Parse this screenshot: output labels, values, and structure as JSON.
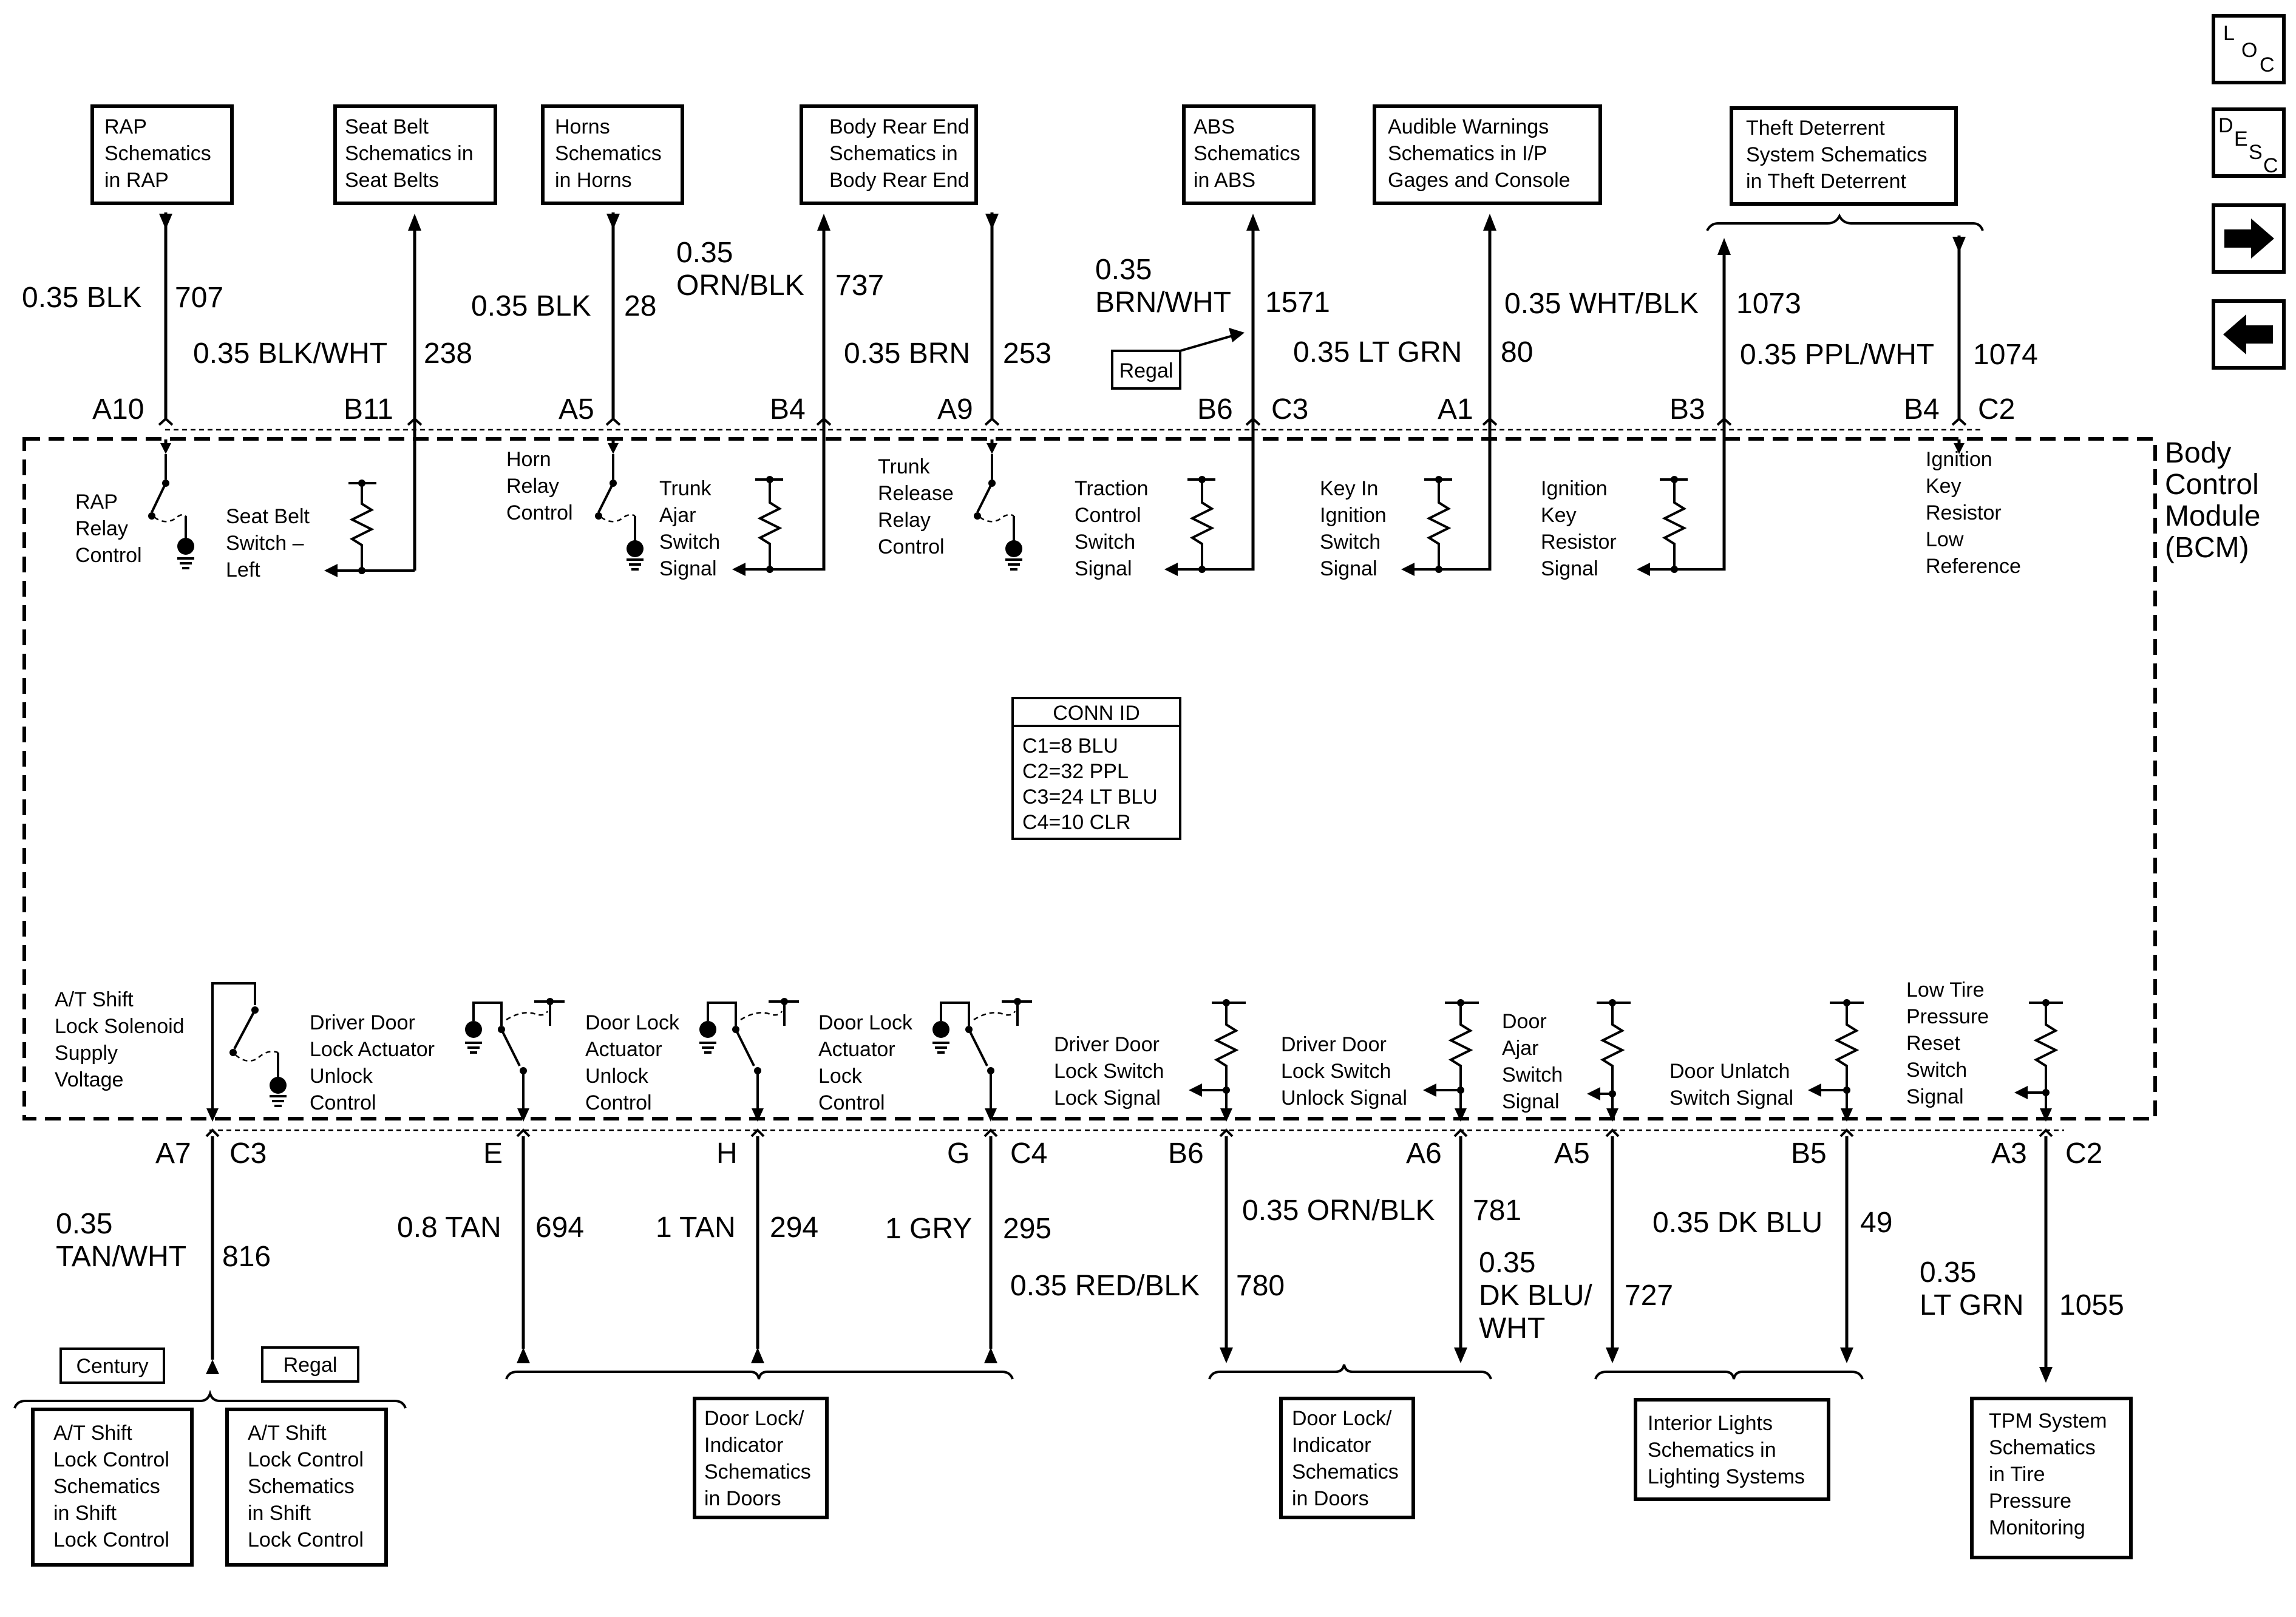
{
  "nav": {
    "loc_l": "L",
    "loc_o": "O",
    "loc_c": "C",
    "desc_d": "D",
    "desc_e": "E",
    "desc_s": "S",
    "desc_c": "C",
    "next_icon": "right-arrow-icon",
    "prev_icon": "left-arrow-icon"
  },
  "module": {
    "title": [
      "Body",
      "Control",
      "Module",
      "(BCM)"
    ]
  },
  "conn_id": {
    "title": "CONN ID",
    "rows": [
      "C1=8 BLU",
      "C2=32 PPL",
      "C3=24 LT BLU",
      "C4=10 CLR"
    ]
  },
  "top_boxes": {
    "rap": [
      "RAP",
      "Schematics",
      "in RAP"
    ],
    "seatbelt": [
      "Seat Belt",
      "Schematics in",
      "Seat Belts"
    ],
    "horns": [
      "Horns",
      "Schematics",
      "in Horns"
    ],
    "body_rear": [
      "Body Rear End",
      "Schematics in",
      "Body Rear End"
    ],
    "abs": [
      "ABS",
      "Schematics",
      "in ABS"
    ],
    "audible": [
      "Audible Warnings",
      "Schematics in I/P",
      "Gages and Console"
    ],
    "theft": [
      "Theft Deterrent",
      "System Schematics",
      "in Theft Deterrent"
    ]
  },
  "top_wires": {
    "w707": {
      "gauge": "0.35 BLK",
      "circuit": "707"
    },
    "w238": {
      "gauge": "0.35 BLK/WHT",
      "circuit": "238"
    },
    "w28": {
      "gauge": "0.35 BLK",
      "circuit": "28"
    },
    "w737": {
      "gauge1": "0.35",
      "gauge2": "ORN/BLK",
      "circuit": "737"
    },
    "w253": {
      "gauge": "0.35 BRN",
      "circuit": "253"
    },
    "w1571": {
      "gauge1": "0.35",
      "gauge2": "BRN/WHT",
      "circuit": "1571"
    },
    "w80": {
      "gauge": "0.35 LT GRN",
      "circuit": "80"
    },
    "w1073": {
      "gauge": "0.35 WHT/BLK",
      "circuit": "1073"
    },
    "w1074": {
      "gauge": "0.35 PPL/WHT",
      "circuit": "1074"
    },
    "regal": "Regal"
  },
  "top_pins": {
    "a10": "A10",
    "b11": "B11",
    "a5": "A5",
    "b4": "B4",
    "a9": "A9",
    "b6": "B6",
    "c3": "C3",
    "a1": "A1",
    "b3": "B3",
    "b4b": "B4",
    "c2": "C2"
  },
  "top_labels": {
    "rap_relay": [
      "RAP",
      "Relay",
      "Control"
    ],
    "seatbelt_sw": [
      "Seat Belt",
      "Switch –",
      "Left"
    ],
    "horn_relay": [
      "Horn",
      "Relay",
      "Control"
    ],
    "trunk_ajar": [
      "Trunk",
      "Ajar",
      "Switch",
      "Signal"
    ],
    "trunk_release": [
      "Trunk",
      "Release",
      "Relay",
      "Control"
    ],
    "traction": [
      "Traction",
      "Control",
      "Switch",
      "Signal"
    ],
    "key_in": [
      "Key In",
      "Ignition",
      "Switch",
      "Signal"
    ],
    "ign_key_res": [
      "Ignition",
      "Key",
      "Resistor",
      "Signal"
    ],
    "ign_key_low": [
      "Ignition",
      "Key",
      "Resistor",
      "Low",
      "Reference"
    ]
  },
  "bottom_labels": {
    "at_shift": [
      "A/T Shift",
      "Lock Solenoid",
      "Supply",
      "Voltage"
    ],
    "driver_unlock": [
      "Driver Door",
      "Lock Actuator",
      "Unlock",
      "Control"
    ],
    "door_unlock": [
      "Door Lock",
      "Actuator",
      "Unlock",
      "Control"
    ],
    "door_lock": [
      "Door Lock",
      "Actuator",
      "Lock",
      "Control"
    ],
    "driver_lock_sig": [
      "Driver Door",
      "Lock Switch",
      "Lock Signal"
    ],
    "driver_unlock_sig": [
      "Driver Door",
      "Lock Switch",
      "Unlock Signal"
    ],
    "door_ajar": [
      "Door",
      "Ajar",
      "Switch",
      "Signal"
    ],
    "door_unlatch": [
      "Door Unlatch",
      "Switch Signal"
    ],
    "low_tire": [
      "Low Tire",
      "Pressure",
      "Reset",
      "Switch",
      "Signal"
    ]
  },
  "bottom_pins": {
    "a7": "A7",
    "c3": "C3",
    "e": "E",
    "h": "H",
    "g": "G",
    "c4": "C4",
    "b6": "B6",
    "a6": "A6",
    "a5": "A5",
    "b5": "B5",
    "a3": "A3",
    "c2": "C2"
  },
  "bottom_wires": {
    "w816": {
      "gauge1": "0.35",
      "gauge2": "TAN/WHT",
      "circuit": "816"
    },
    "w694": {
      "gauge": "0.8 TAN",
      "circuit": "694"
    },
    "w294": {
      "gauge": "1 TAN",
      "circuit": "294"
    },
    "w295": {
      "gauge": "1 GRY",
      "circuit": "295"
    },
    "w780": {
      "gauge": "0.35 RED/BLK",
      "circuit": "780"
    },
    "w781": {
      "gauge": "0.35 ORN/BLK",
      "circuit": "781"
    },
    "w727": {
      "gauge1": "0.35",
      "gauge2": "DK BLU/",
      "gauge3": "WHT",
      "circuit": "727"
    },
    "w49": {
      "gauge": "0.35 DK BLU",
      "circuit": "49"
    },
    "w1055": {
      "gauge1": "0.35",
      "gauge2": "LT GRN",
      "circuit": "1055"
    }
  },
  "bottom_boxes": {
    "century": "Century",
    "regal": "Regal",
    "at_century": [
      "A/T Shift",
      "Lock Control",
      "Schematics",
      "in Shift",
      "Lock Control"
    ],
    "at_regal": [
      "A/T Shift",
      "Lock Control",
      "Schematics",
      "in Shift",
      "Lock Control"
    ],
    "doors1": [
      "Door Lock/",
      "Indicator",
      "Schematics",
      "in Doors"
    ],
    "doors2": [
      "Door Lock/",
      "Indicator",
      "Schematics",
      "in Doors"
    ],
    "interior": [
      "Interior Lights",
      "Schematics in",
      "Lighting Systems"
    ],
    "tpm": [
      "TPM System",
      "Schematics",
      "in Tire",
      "Pressure",
      "Monitoring"
    ]
  }
}
